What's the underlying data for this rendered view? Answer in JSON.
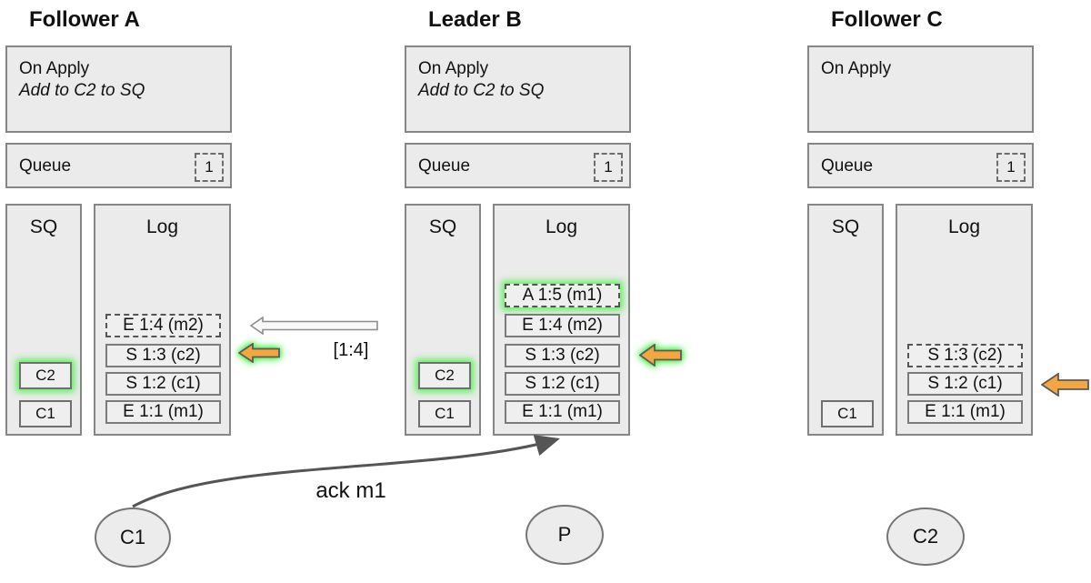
{
  "diagram": {
    "nodes": [
      {
        "title": "Follower A",
        "on_apply": {
          "title": "On Apply",
          "rule": "Add to C2 to SQ"
        },
        "queue": {
          "label": "Queue",
          "count": "1"
        },
        "sq": {
          "label": "SQ",
          "items": [
            {
              "label": "C2",
              "highlighted": true
            },
            {
              "label": "C1",
              "highlighted": false
            }
          ]
        },
        "log": {
          "label": "Log",
          "entries": [
            {
              "label": "E 1:4 (m2)",
              "style": "dashed",
              "highlighted": false
            },
            {
              "label": "S 1:3 (c2)",
              "style": "solid",
              "highlighted": false
            },
            {
              "label": "S 1:2 (c1)",
              "style": "solid",
              "highlighted": false
            },
            {
              "label": "E 1:1 (m1)",
              "style": "solid",
              "highlighted": false
            }
          ]
        }
      },
      {
        "title": "Leader B",
        "on_apply": {
          "title": "On Apply",
          "rule": "Add to C2 to SQ"
        },
        "queue": {
          "label": "Queue",
          "count": "1"
        },
        "sq": {
          "label": "SQ",
          "items": [
            {
              "label": "C2",
              "highlighted": true
            },
            {
              "label": "C1",
              "highlighted": false
            }
          ]
        },
        "log": {
          "label": "Log",
          "entries": [
            {
              "label": "A 1:5 (m1)",
              "style": "dashed",
              "highlighted": true
            },
            {
              "label": "E 1:4 (m2)",
              "style": "solid",
              "highlighted": false
            },
            {
              "label": "S 1:3 (c2)",
              "style": "solid",
              "highlighted": false
            },
            {
              "label": "S 1:2 (c1)",
              "style": "solid",
              "highlighted": false
            },
            {
              "label": "E 1:1 (m1)",
              "style": "solid",
              "highlighted": false
            }
          ]
        }
      },
      {
        "title": "Follower C",
        "on_apply": {
          "title": "On Apply"
        },
        "queue": {
          "label": "Queue",
          "count": "1"
        },
        "sq": {
          "label": "SQ",
          "items": [
            {
              "label": "C1",
              "highlighted": false
            }
          ]
        },
        "log": {
          "label": "Log",
          "entries": [
            {
              "label": "S 1:3 (c2)",
              "style": "dashed",
              "highlighted": false
            },
            {
              "label": "S 1:2 (c1)",
              "style": "solid",
              "highlighted": false
            },
            {
              "label": "E 1:1 (m1)",
              "style": "solid",
              "highlighted": false
            }
          ]
        }
      }
    ],
    "messages": {
      "replicate_range_label": "[1:4]",
      "ack_label": "ack m1"
    },
    "actors": [
      {
        "label": "C1"
      },
      {
        "label": "P"
      },
      {
        "label": "C2"
      }
    ],
    "colors": {
      "box_fill": "#ebebeb",
      "box_border": "#868686",
      "highlight_green": "#4cf24c",
      "arrow_orange": "#f4a640",
      "arrow_white": "#f8f8f8",
      "curve_gray": "#555555"
    }
  }
}
